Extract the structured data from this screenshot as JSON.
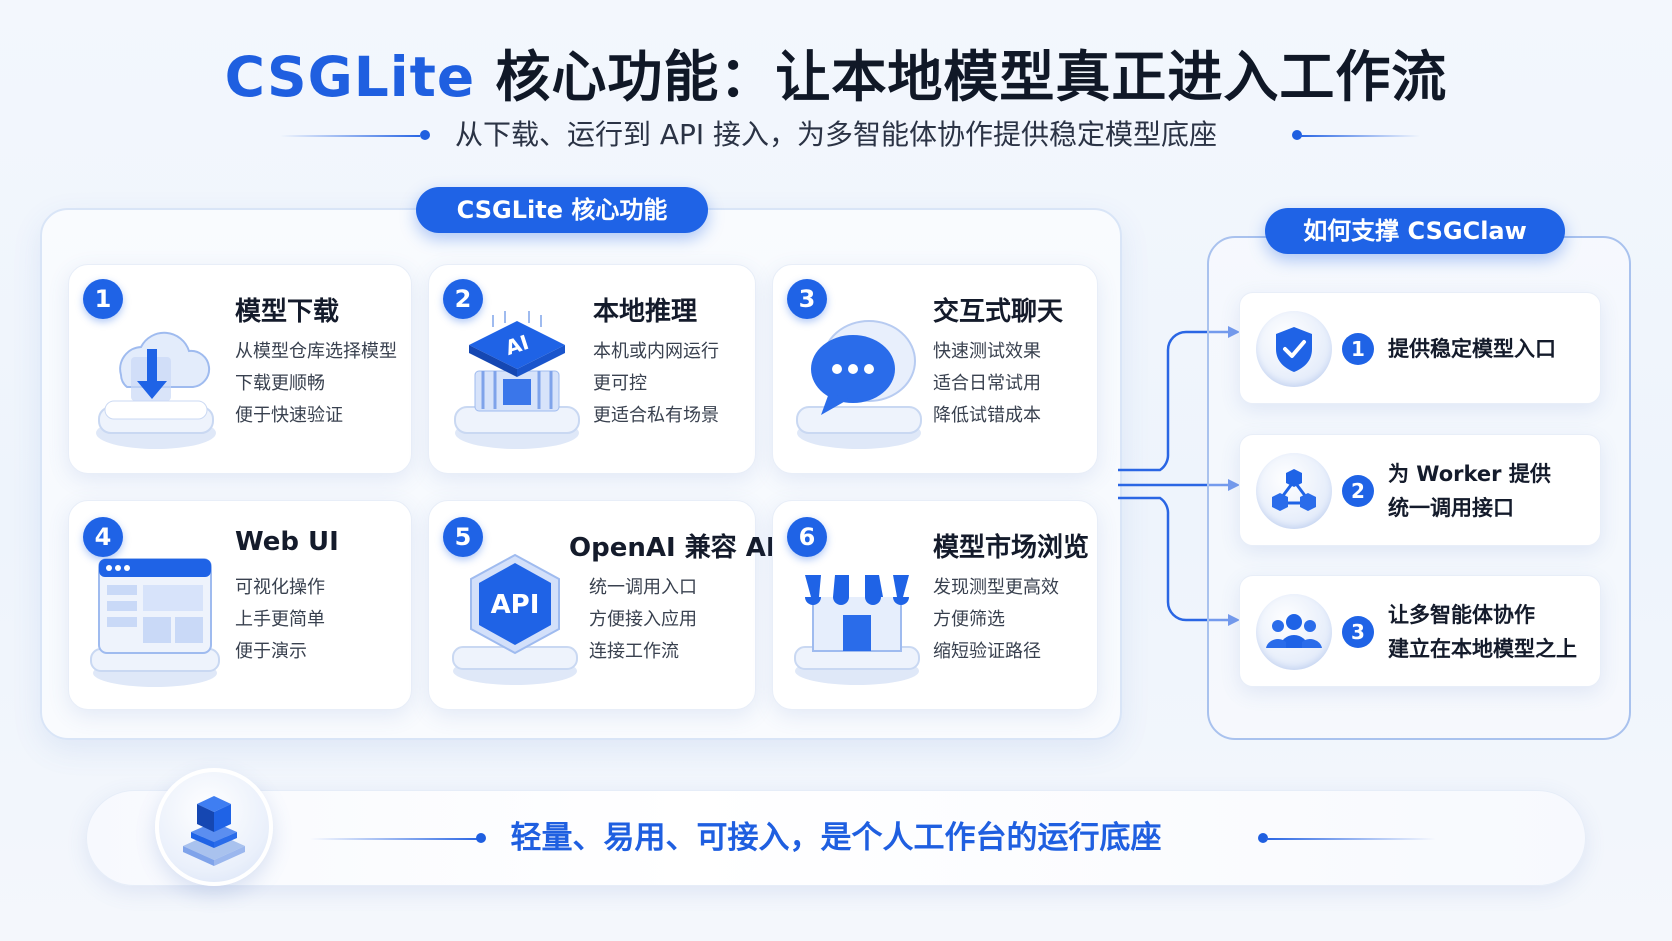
{
  "header": {
    "title_brand": "CSGLite",
    "title_rest": " 核心功能：让本地模型真正进入工作流",
    "subtitle": "从下载、运行到 API 接入，为多智能体协作提供稳定模型底座"
  },
  "left_panel": {
    "label": "CSGLite 核心功能",
    "features": [
      {
        "num": "1",
        "title": "模型下载",
        "icon": "cloud-download-icon",
        "lines": [
          "从模型仓库选择模型",
          "下载更顺畅",
          "便于快速验证"
        ]
      },
      {
        "num": "2",
        "title": "本地推理",
        "icon": "ai-chip-icon",
        "lines": [
          "本机或内网运行",
          "更可控",
          "更适合私有场景"
        ]
      },
      {
        "num": "3",
        "title": "交互式聊天",
        "icon": "chat-bubble-icon",
        "lines": [
          "快速测试效果",
          "适合日常试用",
          "降低试错成本"
        ]
      },
      {
        "num": "4",
        "title": "Web UI",
        "icon": "browser-window-icon",
        "lines": [
          "可视化操作",
          "上手更简单",
          "便于演示"
        ]
      },
      {
        "num": "5",
        "title": "OpenAI 兼容 API",
        "icon": "api-hexagon-icon",
        "icon_text": "API",
        "lines": [
          "统一调用入口",
          "方便接入应用",
          "连接工作流"
        ]
      },
      {
        "num": "6",
        "title": "模型市场浏览",
        "icon": "storefront-icon",
        "lines": [
          "发现测型更高效",
          "方便筛选",
          "缩短验证路径"
        ]
      }
    ]
  },
  "right_panel": {
    "label": "如何支撑 CSGClaw",
    "items": [
      {
        "num": "1",
        "icon": "shield-check-icon",
        "lines": [
          "提供稳定模型入口"
        ]
      },
      {
        "num": "2",
        "icon": "network-nodes-icon",
        "lines": [
          "为 Worker 提供",
          "统一调用接口"
        ]
      },
      {
        "num": "3",
        "icon": "users-group-icon",
        "lines": [
          "让多智能体协作",
          "建立在本地模型之上"
        ]
      }
    ]
  },
  "banner": {
    "icon": "cube-stack-icon",
    "text": "轻量、易用、可接入，是个人工作台的运行底座"
  },
  "colors": {
    "accent": "#1f63e6",
    "title_brand": "#1f5fe0",
    "text_dark": "#141b2b"
  }
}
